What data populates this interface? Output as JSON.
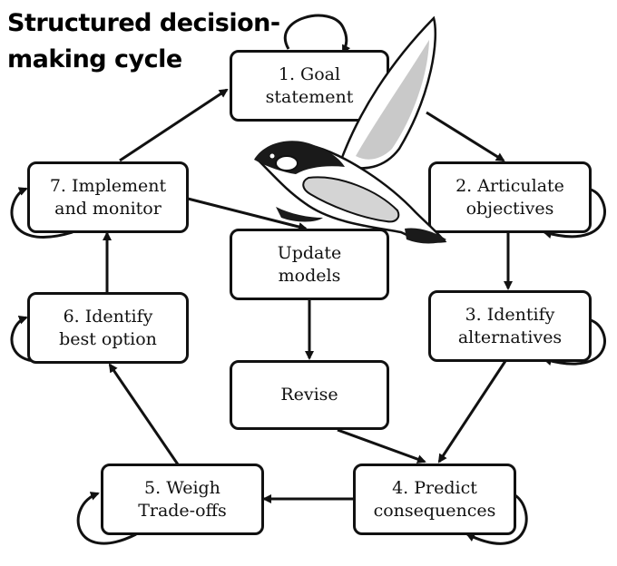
{
  "title": "Structured decision-\nmaking cycle",
  "nodes": {
    "goal": "1. Goal\nstatement",
    "objectives": "2. Articulate\nobjectives",
    "alternatives": "3. Identify\nalternatives",
    "consequences": "4. Predict\nconsequences",
    "tradeoffs": "5. Weigh\nTrade-offs",
    "best_option": "6. Identify\nbest option",
    "implement": "7. Implement\nand monitor",
    "update_models": "Update\nmodels",
    "revise": "Revise"
  },
  "illustration": "bird-in-flight"
}
